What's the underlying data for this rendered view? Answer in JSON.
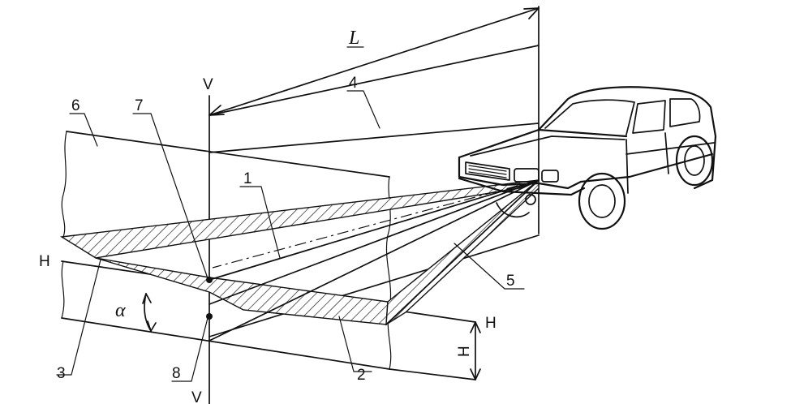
{
  "labels": {
    "distance": "L",
    "vertical_top": "V",
    "vertical_bottom": "V",
    "horizontal_left": "H",
    "horizontal_right": "H",
    "height": "H",
    "angle": "α",
    "callout_1": "1",
    "callout_2": "2",
    "callout_3": "3",
    "callout_4": "4",
    "callout_5": "5",
    "callout_6": "6",
    "callout_7": "7",
    "callout_8": "8"
  },
  "colors": {
    "ink": "#111111",
    "background": "#ffffff"
  }
}
